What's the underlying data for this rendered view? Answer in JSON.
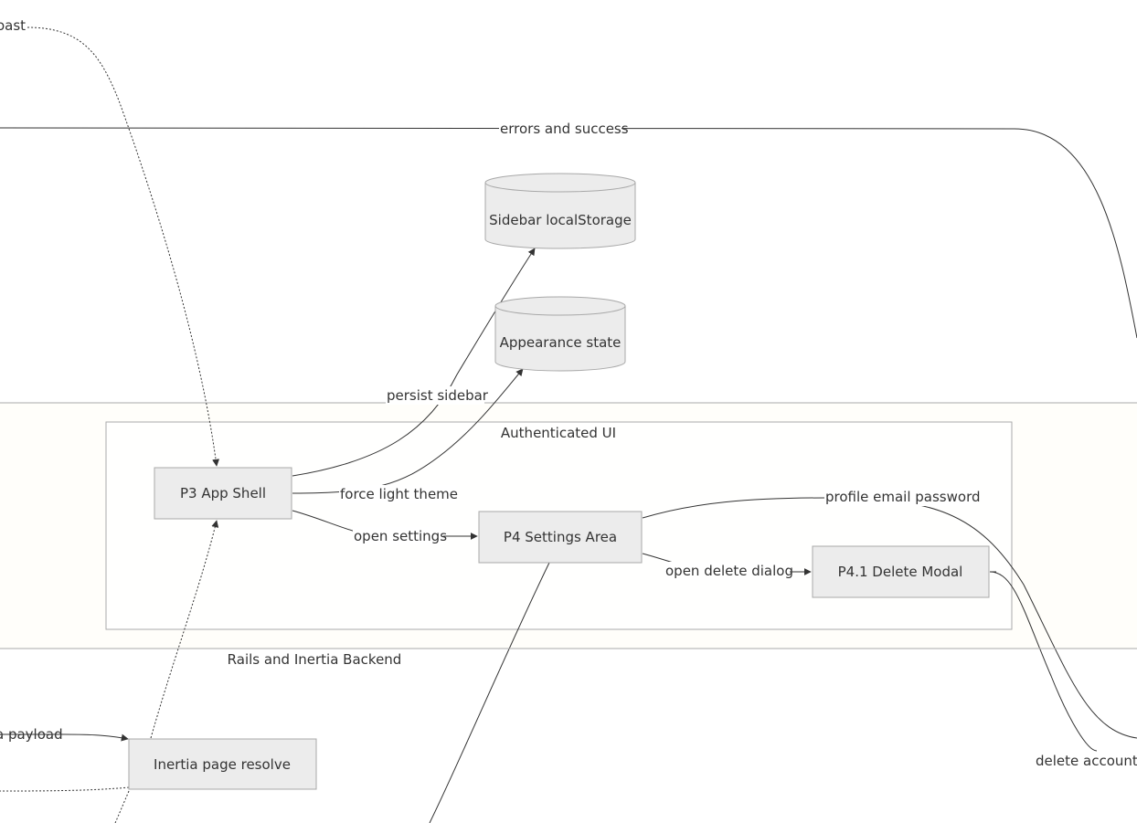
{
  "clusters": {
    "authenticated_ui": "Authenticated UI",
    "backend": "Rails and Inertia Backend"
  },
  "nodes": {
    "app_shell": "P3 App Shell",
    "settings_area": "P4 Settings Area",
    "delete_modal": "P4.1 Delete Modal",
    "sidebar_storage": "Sidebar localStorage",
    "appearance_state": "Appearance state",
    "inertia_resolve": "Inertia page resolve"
  },
  "edges": {
    "toast": "oast",
    "errors_success": "errors and success",
    "persist_sidebar": "persist sidebar",
    "force_light": "force light theme",
    "open_settings": "open settings",
    "profile_email": "profile email password",
    "open_delete": "open delete dialog",
    "payload": "a payload",
    "delete_account": "delete account"
  }
}
